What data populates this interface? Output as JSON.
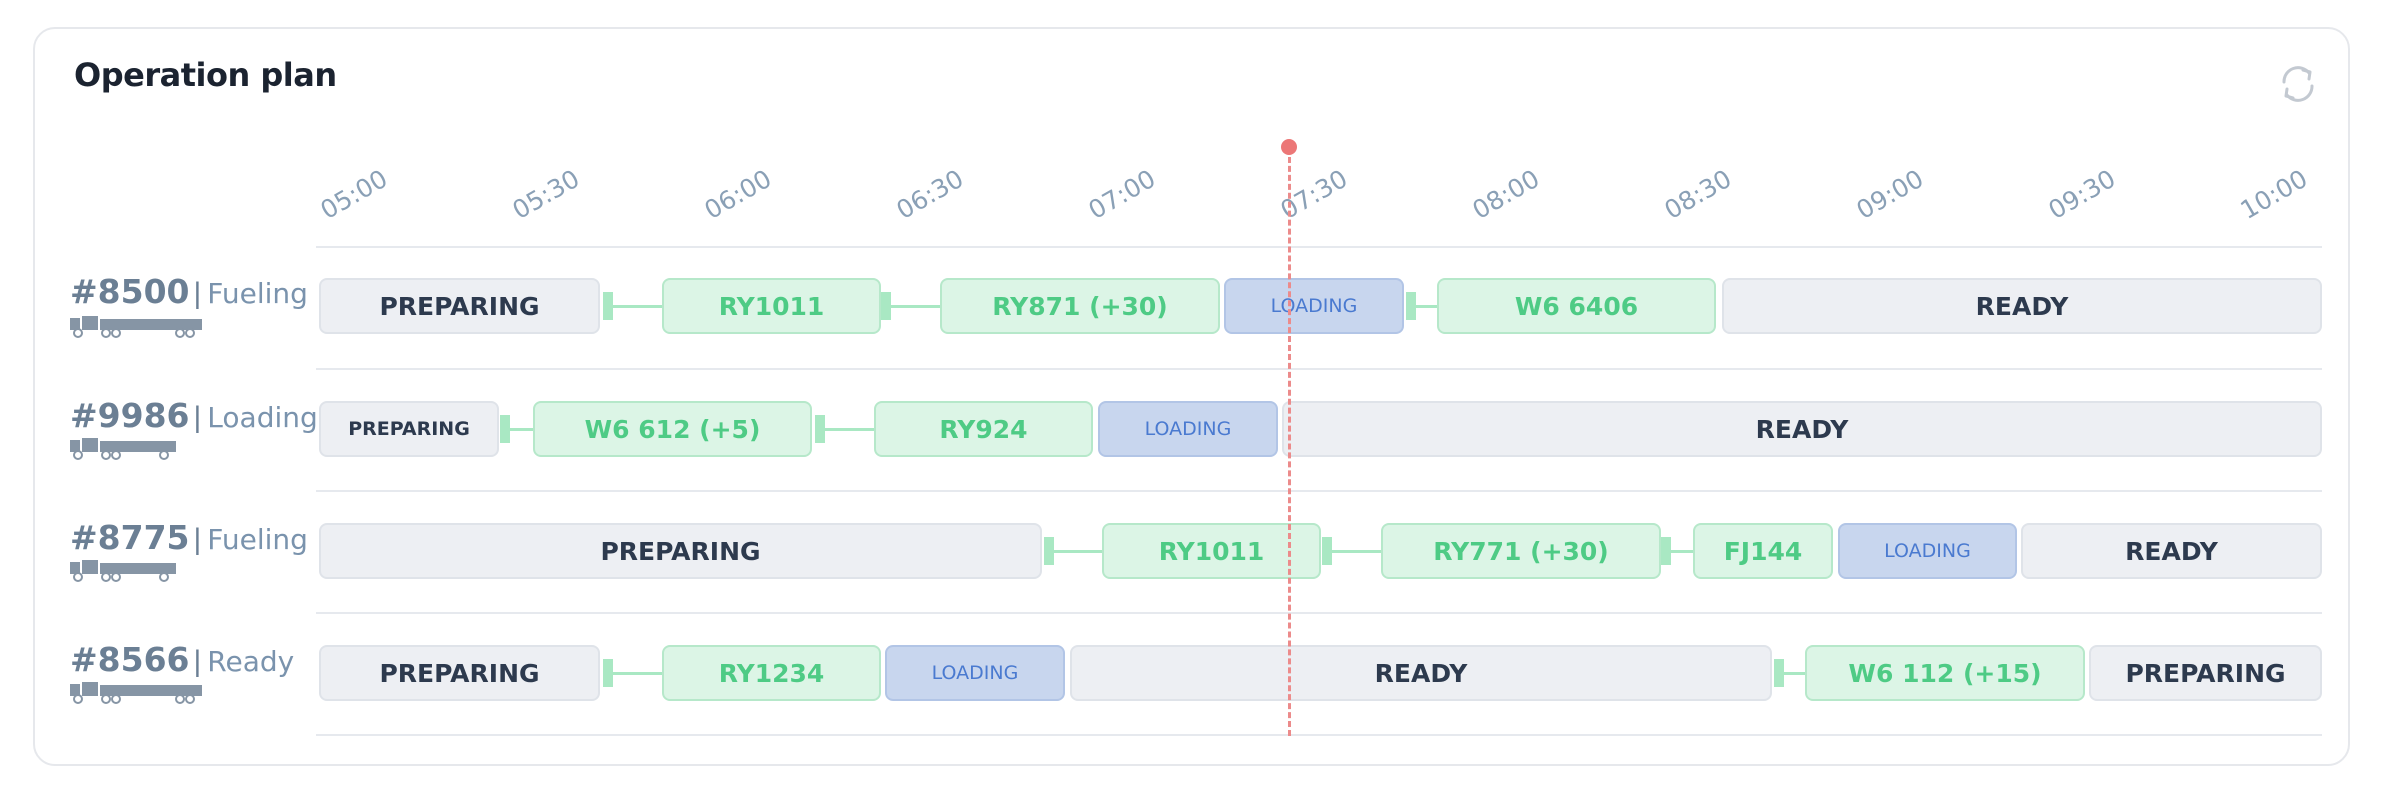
{
  "header": {
    "title": "Operation plan",
    "refresh_icon": "refresh-icon"
  },
  "timeline": {
    "ticks": [
      "05:00",
      "05:30",
      "06:00",
      "06:30",
      "07:00",
      "07:30",
      "08:00",
      "08:30",
      "09:00",
      "09:30",
      "10:00"
    ],
    "current_time_marker": "now-line"
  },
  "rows": [
    {
      "id": "#8500",
      "separator": "|",
      "status": "Fueling",
      "vehicle_icon": "fuel-truck-icon",
      "segments": [
        {
          "type": "preparing",
          "label": "PREPARING"
        },
        {
          "type": "flight",
          "label": "RY1011"
        },
        {
          "type": "flight",
          "label": "RY871 (+30)"
        },
        {
          "type": "loading",
          "label": "LOADING"
        },
        {
          "type": "flight",
          "label": "W6 6406"
        },
        {
          "type": "ready",
          "label": "READY"
        }
      ]
    },
    {
      "id": "#9986",
      "separator": "|",
      "status": "Loading",
      "vehicle_icon": "fuel-truck-icon",
      "segments": [
        {
          "type": "preparing",
          "label": "PREPARING"
        },
        {
          "type": "flight",
          "label": "W6 612 (+5)"
        },
        {
          "type": "flight",
          "label": "RY924"
        },
        {
          "type": "loading",
          "label": "LOADING"
        },
        {
          "type": "ready",
          "label": "READY"
        }
      ]
    },
    {
      "id": "#8775",
      "separator": "|",
      "status": "Fueling",
      "vehicle_icon": "fuel-truck-icon",
      "segments": [
        {
          "type": "preparing",
          "label": "PREPARING"
        },
        {
          "type": "flight",
          "label": "RY1011"
        },
        {
          "type": "flight",
          "label": "RY771 (+30)"
        },
        {
          "type": "flight",
          "label": "FJ144"
        },
        {
          "type": "loading",
          "label": "LOADING"
        },
        {
          "type": "ready",
          "label": "READY"
        }
      ]
    },
    {
      "id": "#8566",
      "separator": "|",
      "status": "Ready",
      "vehicle_icon": "fuel-truck-icon",
      "segments": [
        {
          "type": "preparing",
          "label": "PREPARING"
        },
        {
          "type": "flight",
          "label": "RY1234"
        },
        {
          "type": "loading",
          "label": "LOADING"
        },
        {
          "type": "ready",
          "label": "READY"
        },
        {
          "type": "flight",
          "label": "W6 112 (+15)"
        },
        {
          "type": "preparing",
          "label": "PREPARING"
        }
      ]
    }
  ],
  "colors": {
    "preparing_bg": "#edeff3",
    "flight_bg": "#dcf5e6",
    "flight_text": "#4ecb85",
    "loading_bg": "#c8d6ee",
    "loading_text": "#4a7ad0",
    "now_line": "#ec7777"
  }
}
